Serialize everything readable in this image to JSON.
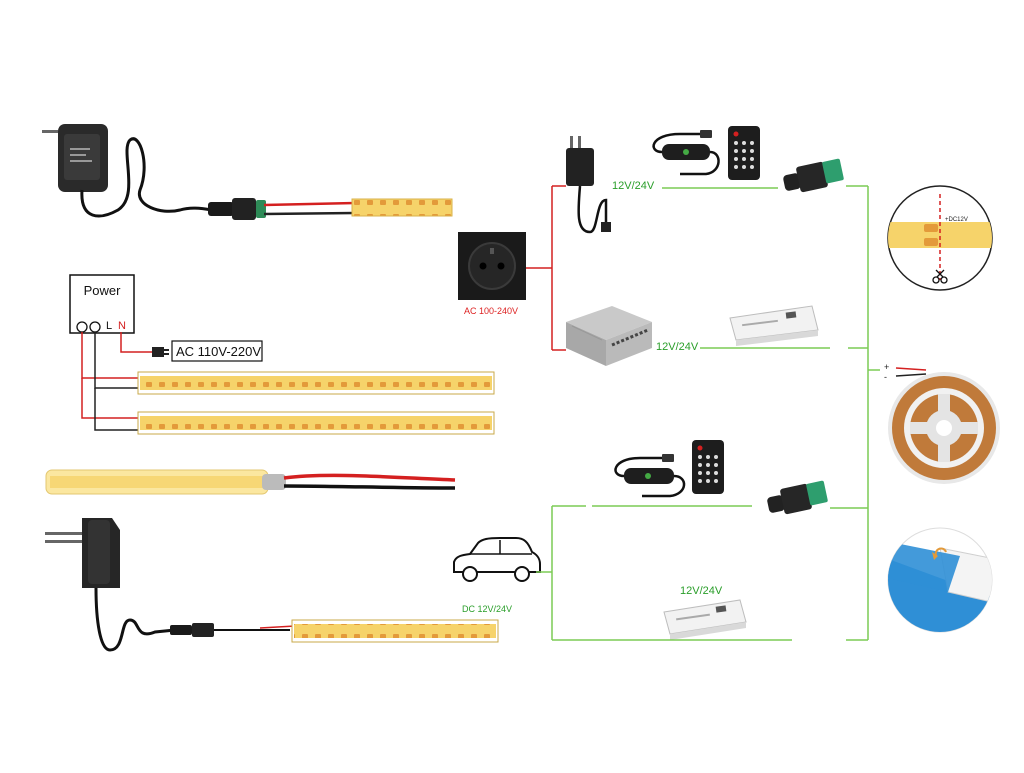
{
  "labels": {
    "power_box": "Power",
    "terminal_l": "L",
    "terminal_n": "N",
    "ac_110_220": "AC 110V-220V",
    "ac_100_240": "AC 100-240V",
    "v12_24_top": "12V/24V",
    "v12_24_mid": "12V/24V",
    "v12_24_bottom": "12V/24V",
    "dc_12_24": "DC 12V/24V",
    "cut_mark_label": "+DC12V",
    "reel_plus": "+",
    "reel_minus": "-"
  },
  "colors": {
    "positive_wire": "#d42020",
    "negative_wire": "#222222",
    "ac_branch": "#d42020",
    "dc_branch": "#7ccc55",
    "led_strip": "#f6d36a",
    "led_chip": "#e39a3a",
    "tape_blue": "#2f8fd6",
    "reel_copper": "#c07a3a"
  },
  "icons": [
    "plug-adapter-icon",
    "dc-barrel-connector-icon",
    "schuko-wall-socket-icon",
    "car-icon",
    "remote-control-icon",
    "inline-dimmer-icon",
    "switching-power-supply-icon",
    "rf-controller-box-icon",
    "dc-terminal-block-icon",
    "scissors-icon",
    "led-reel-icon",
    "adhesive-tape-icon"
  ]
}
